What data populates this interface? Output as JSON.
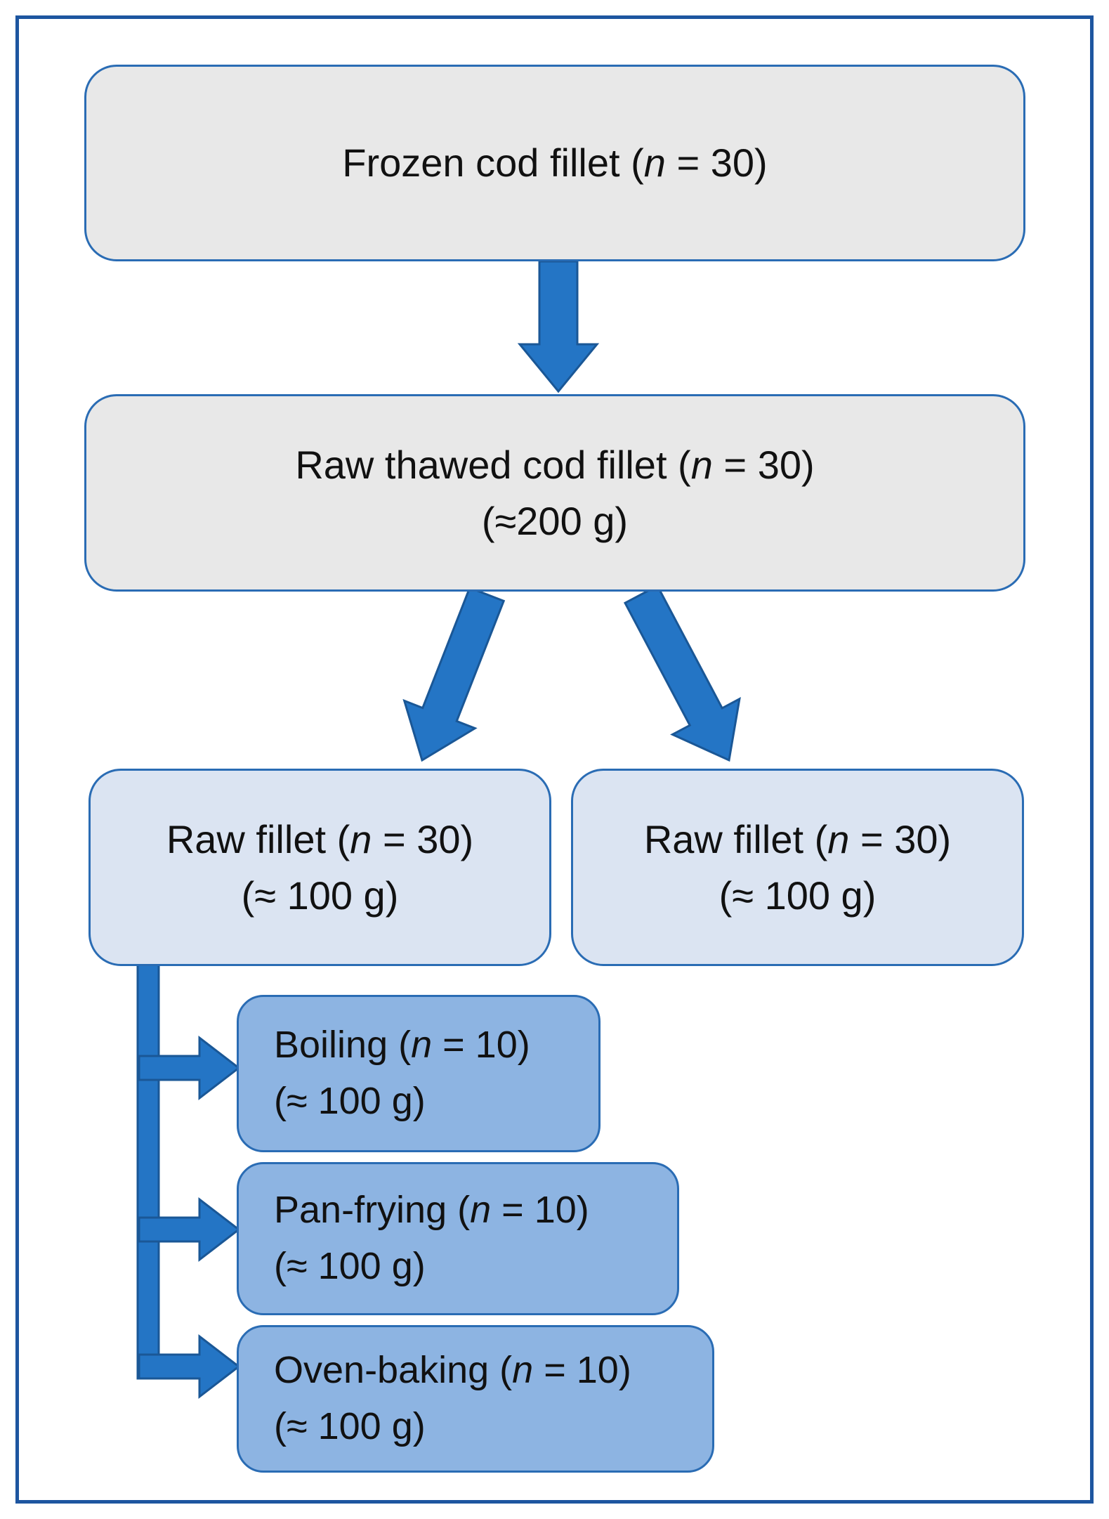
{
  "figure": {
    "description": "Flowchart of cod fillet sampling and cooking treatments"
  },
  "colors": {
    "frame": "#1d56a0",
    "box_border": "#2a6cb4",
    "gray_fill": "#e8e8e8",
    "light_blue_fill": "#dbe4f2",
    "medium_blue_fill": "#8db4e2",
    "arrow_fill": "#2475c5",
    "arrow_stroke": "#1a5796",
    "text": "#111111"
  },
  "nodes": {
    "frozen": {
      "lines": [
        [
          [
            "Frozen cod fillet (",
            false
          ],
          [
            "n",
            true
          ],
          [
            " = 30)",
            false
          ]
        ]
      ]
    },
    "thawed": {
      "lines": [
        [
          [
            "Raw thawed cod fillet (",
            false
          ],
          [
            "n",
            true
          ],
          [
            " = 30)",
            false
          ]
        ],
        [
          [
            "(≈200 g)",
            false
          ]
        ]
      ]
    },
    "raw_left": {
      "lines": [
        [
          [
            "Raw fillet (",
            false
          ],
          [
            "n",
            true
          ],
          [
            " = 30)",
            false
          ]
        ],
        [
          [
            "(≈ 100 g)",
            false
          ]
        ]
      ]
    },
    "raw_right": {
      "lines": [
        [
          [
            "Raw fillet (",
            false
          ],
          [
            "n",
            true
          ],
          [
            " = 30)",
            false
          ]
        ],
        [
          [
            "(≈ 100 g)",
            false
          ]
        ]
      ]
    },
    "boiling": {
      "lines": [
        [
          [
            "Boiling (",
            false
          ],
          [
            "n",
            true
          ],
          [
            " = 10)",
            false
          ]
        ],
        [
          [
            "(≈ 100 g)",
            false
          ]
        ]
      ]
    },
    "pan_frying": {
      "lines": [
        [
          [
            "Pan-frying (",
            false
          ],
          [
            "n",
            true
          ],
          [
            " = 10)",
            false
          ]
        ],
        [
          [
            "(≈ 100 g)",
            false
          ]
        ]
      ]
    },
    "oven_baking": {
      "lines": [
        [
          [
            "Oven-baking (",
            false
          ],
          [
            "n",
            true
          ],
          [
            " = 10)",
            false
          ]
        ],
        [
          [
            "(≈ 100 g)",
            false
          ]
        ]
      ]
    }
  }
}
